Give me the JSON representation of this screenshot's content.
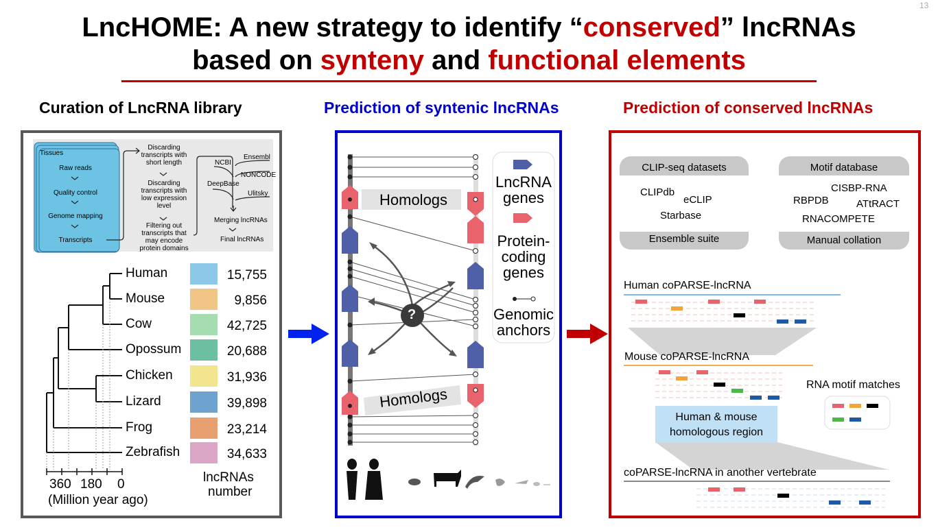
{
  "slide_number": "13",
  "title": {
    "line1_a": "LncHOME: A new strategy to identify “",
    "line1_red": "conserved",
    "line1_b": "” lncRNAs",
    "line2_a": "based on ",
    "line2_red1": "synteny",
    "line2_b": " and ",
    "line2_red2": "functional elements"
  },
  "colors": {
    "red": "#c00000",
    "blue": "#0000cc",
    "gray": "#595959",
    "lnc": "#4f5fa8",
    "protein": "#e8636b"
  },
  "panel1": {
    "heading": "Curation of LncRNA library",
    "flow": {
      "tissues": "Tissues",
      "steps": [
        "Raw reads",
        "Quality control",
        "Genome mapping",
        "Transcripts"
      ],
      "filters": [
        "Discarding transcripts with short length",
        "Discarding transcripts with low expression level",
        "Filtering out transcripts that may encode protein domains"
      ],
      "databases": [
        "NCBI",
        "Ensembl",
        "NONCODE",
        "DeepBase",
        "Ulitsky"
      ],
      "merge": "Merging lncRNAs",
      "final": "Final lncRNAs"
    },
    "species": [
      {
        "name": "Human",
        "count": "15,755",
        "color": "#8ec8e8"
      },
      {
        "name": "Mouse",
        "count": "9,856",
        "color": "#f0c585"
      },
      {
        "name": "Cow",
        "count": "42,725",
        "color": "#a5dcb0"
      },
      {
        "name": "Opossum",
        "count": "20,688",
        "color": "#6cbfa0"
      },
      {
        "name": "Chicken",
        "count": "31,936",
        "color": "#f2e58e"
      },
      {
        "name": "Lizard",
        "count": "39,898",
        "color": "#6ea3cf"
      },
      {
        "name": "Frog",
        "count": "23,214",
        "color": "#e8a070"
      },
      {
        "name": "Zebrafish",
        "count": "34,633",
        "color": "#dba6c6"
      }
    ],
    "axis_ticks": [
      "360",
      "180",
      "0"
    ],
    "axis_label": "(Million year ago)",
    "count_label_1": "lncRNAs",
    "count_label_2": "number"
  },
  "panel2": {
    "heading": "Prediction of syntenic lncRNAs",
    "homologs_top": "Homologs",
    "homologs_bottom": "Homologs",
    "question": "?",
    "legend": {
      "lnc_1": "LncRNA",
      "lnc_2": "genes",
      "pc_1": "Protein-",
      "pc_2": "coding",
      "pc_3": "genes",
      "anchor_1": "Genomic",
      "anchor_2": "anchors"
    }
  },
  "panel3": {
    "heading": "Prediction of conserved lncRNAs",
    "clip": {
      "header": "CLIP-seq datasets",
      "items": [
        "CLIPdb",
        "eCLIP",
        "Starbase"
      ],
      "footer": "Ensemble suite"
    },
    "motif": {
      "header": "Motif database",
      "items": [
        "CISBP-RNA",
        "RBPDB",
        "ATtRACT",
        "RNACOMPETE"
      ],
      "footer": "Manual collation"
    },
    "human_track": "Human coPARSE-lncRNA",
    "mouse_track": "Mouse coPARSE-lncRNA",
    "other_track": "coPARSE-lncRNA in another vertebrate",
    "homologous_1": "Human & mouse",
    "homologous_2": "homologous region",
    "motif_matches": "RNA motif matches"
  }
}
